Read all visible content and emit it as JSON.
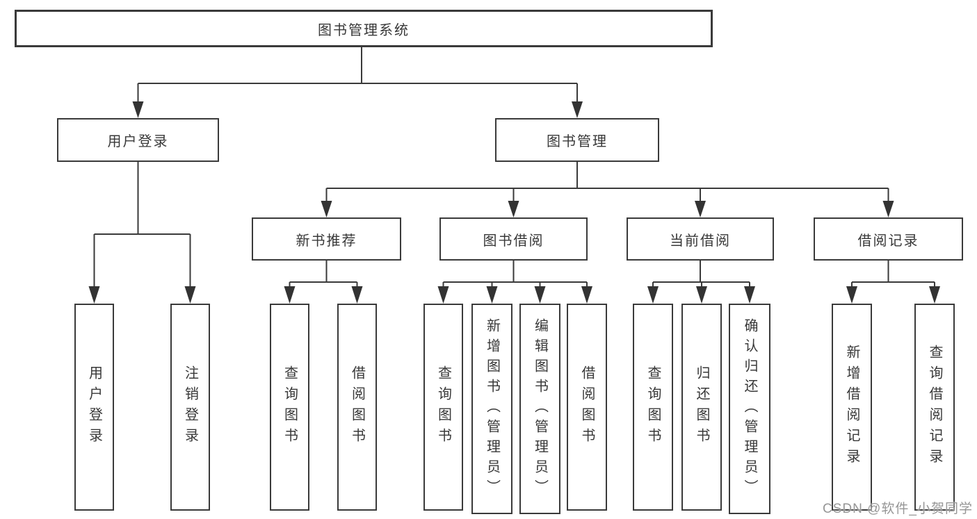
{
  "colors": {
    "line": "#3a3a3a",
    "box_border": "#3a3a3a",
    "text": "#383838",
    "watermark": "#969696",
    "background": "#ffffff"
  },
  "watermark": "CSDN @软件_小贺同学",
  "tree": {
    "root": "图书管理系统",
    "user_login": {
      "label": "用户登录",
      "children": [
        "用户登录",
        "注销登录"
      ]
    },
    "book_mgmt": {
      "label": "图书管理",
      "new_book": {
        "label": "新书推荐",
        "children": [
          "查询图书",
          "借阅图书"
        ]
      },
      "borrow": {
        "label": "图书借阅",
        "children": [
          "查询图书",
          "新增图书（管理员）",
          "编辑图书（管理员）",
          "借阅图书"
        ]
      },
      "current": {
        "label": "当前借阅",
        "children": [
          "查询图书",
          "归还图书",
          "确认归还（管理员）"
        ]
      },
      "records": {
        "label": "借阅记录",
        "children": [
          "新增借阅记录",
          "查询借阅记录"
        ]
      }
    }
  }
}
